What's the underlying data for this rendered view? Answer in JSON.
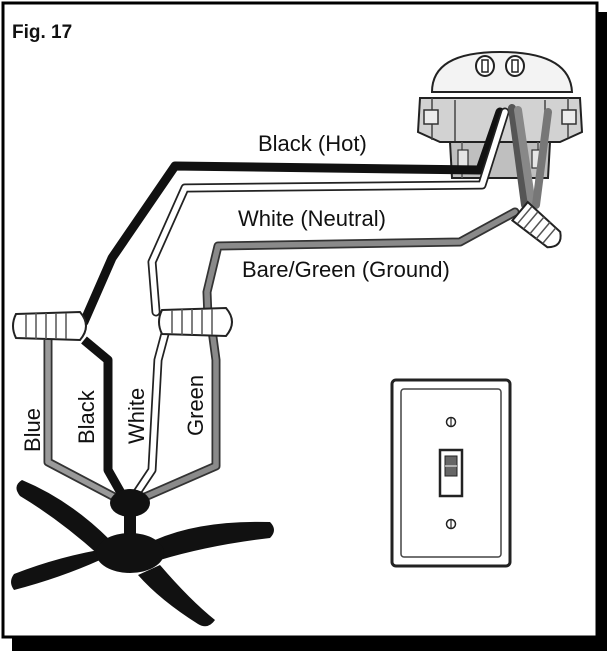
{
  "figure": {
    "label": "Fig. 17"
  },
  "labels": {
    "black_hot": "Black (Hot)",
    "white_neutral": "White (Neutral)",
    "ground": "Bare/Green (Ground)",
    "blue": "Blue",
    "black": "Black",
    "white": "White",
    "green": "Green"
  },
  "colors": {
    "black_wire": "#111111",
    "white_wire": "#ffffff",
    "ground_wire": "#7d7d7d",
    "blue_wire": "#9a9a9a",
    "outline": "#222222",
    "box_fill": "#d9d9d9"
  },
  "icons": {
    "ceiling_box": "electrical-box-icon",
    "wire_nut": "wire-nut-icon",
    "fan": "ceiling-fan-icon",
    "switch": "wall-switch-icon"
  }
}
